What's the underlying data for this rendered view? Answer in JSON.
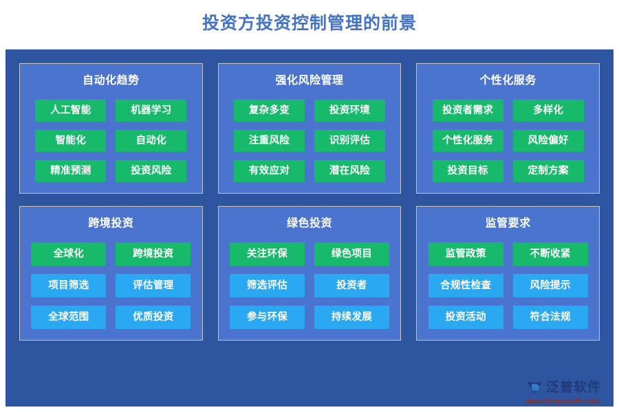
{
  "page": {
    "title": "投资方投资控制管理的前景"
  },
  "cards": [
    {
      "title": "自动化趋势",
      "rows": [
        [
          {
            "label": "人工智能",
            "color": "green"
          },
          {
            "label": "机器学习",
            "color": "green"
          }
        ],
        [
          {
            "label": "智能化",
            "color": "green"
          },
          {
            "label": "自动化",
            "color": "green"
          }
        ],
        [
          {
            "label": "精准预测",
            "color": "green"
          },
          {
            "label": "投资风险",
            "color": "green"
          }
        ]
      ]
    },
    {
      "title": "强化风险管理",
      "rows": [
        [
          {
            "label": "复杂多变",
            "color": "green"
          },
          {
            "label": "投资环境",
            "color": "green"
          }
        ],
        [
          {
            "label": "注重风险",
            "color": "green"
          },
          {
            "label": "识别评估",
            "color": "green"
          }
        ],
        [
          {
            "label": "有效应对",
            "color": "green"
          },
          {
            "label": "潜在风险",
            "color": "green"
          }
        ]
      ]
    },
    {
      "title": "个性化服务",
      "rows": [
        [
          {
            "label": "投资者需求",
            "color": "green"
          },
          {
            "label": "多样化",
            "color": "green"
          }
        ],
        [
          {
            "label": "个性化服务",
            "color": "green"
          },
          {
            "label": "风险偏好",
            "color": "green"
          }
        ],
        [
          {
            "label": "投资目标",
            "color": "green"
          },
          {
            "label": "定制方案",
            "color": "green"
          }
        ]
      ]
    },
    {
      "title": "跨境投资",
      "rows": [
        [
          {
            "label": "全球化",
            "color": "green"
          },
          {
            "label": "跨境投资",
            "color": "green"
          }
        ],
        [
          {
            "label": "项目筛选",
            "color": "blue"
          },
          {
            "label": "评估管理",
            "color": "blue"
          }
        ],
        [
          {
            "label": "全球范围",
            "color": "blue"
          },
          {
            "label": "优质投资",
            "color": "blue"
          }
        ]
      ]
    },
    {
      "title": "绿色投资",
      "rows": [
        [
          {
            "label": "关注环保",
            "color": "green"
          },
          {
            "label": "绿色项目",
            "color": "green"
          }
        ],
        [
          {
            "label": "筛选评估",
            "color": "blue"
          },
          {
            "label": "投资者",
            "color": "blue"
          }
        ],
        [
          {
            "label": "参与环保",
            "color": "blue"
          },
          {
            "label": "持续发展",
            "color": "blue"
          }
        ]
      ]
    },
    {
      "title": "监管要求",
      "rows": [
        [
          {
            "label": "监管政策",
            "color": "green"
          },
          {
            "label": "不断收紧",
            "color": "green"
          }
        ],
        [
          {
            "label": "合规性检查",
            "color": "blue"
          },
          {
            "label": "风险提示",
            "color": "blue"
          }
        ],
        [
          {
            "label": "投资活动",
            "color": "blue"
          },
          {
            "label": "符合法规",
            "color": "blue"
          }
        ]
      ]
    }
  ],
  "logo": {
    "name": "泛普软件",
    "url": "www.fanpusoft.com"
  },
  "colors": {
    "panel_bg": "#2d55a0",
    "card_bg": "#4a74cd",
    "tag_green": "#17ba6b",
    "tag_blue": "#2aa8f2",
    "title_blue": "#4472c4"
  }
}
